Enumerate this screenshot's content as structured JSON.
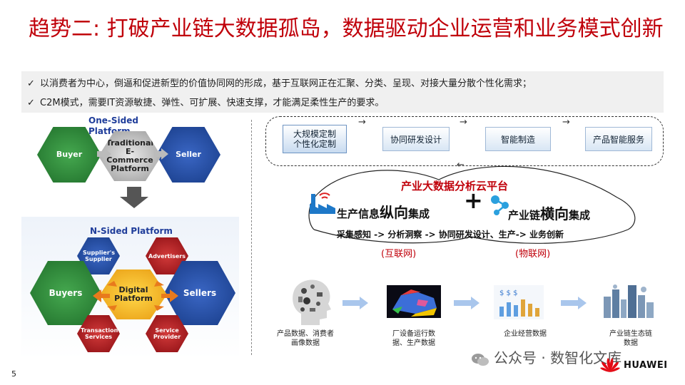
{
  "title": "趋势二: 打破产业链大数据孤岛，数据驱动企业运营和业务模式创新",
  "bullets": [
    "以消费者为中心，倒逼和促进新型的价值协同网的形成，基于互联网正在汇聚、分类、呈现、对接大量分散个性化需求；",
    "C2M模式，需要IT资源敏捷、弹性、可扩展、快速支撑，才能满足柔性生产的要求。"
  ],
  "check_mark": "✓",
  "left": {
    "one_sided": {
      "label": "One-Sided Platform",
      "buyer": "Buyer",
      "center": "Traditional E-Commerce Platform",
      "seller": "Seller"
    },
    "n_sided": {
      "label": "N-Sided Platform",
      "buyers": "Buyers",
      "center": "Digital Platform",
      "sellers": "Sellers",
      "top_left": "Supplier's Supplier",
      "top_right": "Advertisers",
      "bottom_left": "Transaction Services",
      "bottom_right": "Service Provider"
    }
  },
  "process": {
    "main_line1": "大规模定制",
    "main_line2": "个性化定制",
    "step2": "协同研发设计",
    "step3": "智能制造",
    "step4": "产品智能服务",
    "arrow": "→",
    "arrow_back": "←"
  },
  "cloud": {
    "title": "产业大数据分析云平台",
    "left_pre": "生产信息",
    "left_big": "纵向",
    "left_post": "集成",
    "plus": "+",
    "right_pre": "产业链",
    "right_big": "横向",
    "right_post": "集成",
    "flow": "采集感知 -> 分析洞察 -> 协同研发设计、生产-> 业务创新",
    "internet": "(互联网)",
    "iot": "(物联网)"
  },
  "data_sources": [
    {
      "line1": "产品数据、消费者",
      "line2": "画像数据"
    },
    {
      "line1": "厂设备运行数",
      "line2": "据、生产数据"
    },
    {
      "line1": "企业经营数据",
      "line2": ""
    },
    {
      "line1": "产业链生态链",
      "line2": "数据"
    }
  ],
  "watermark": "公众号 · 数智化文库",
  "page_number": "5",
  "brand": "HUAWEI",
  "colors": {
    "title_red": "#c0000a",
    "hex_green": "#2e8b3a",
    "hex_blue": "#1f4aa0",
    "hex_grey": "#6e6e6e",
    "hex_red": "#b3121b",
    "hex_orange": "#f2a516"
  }
}
